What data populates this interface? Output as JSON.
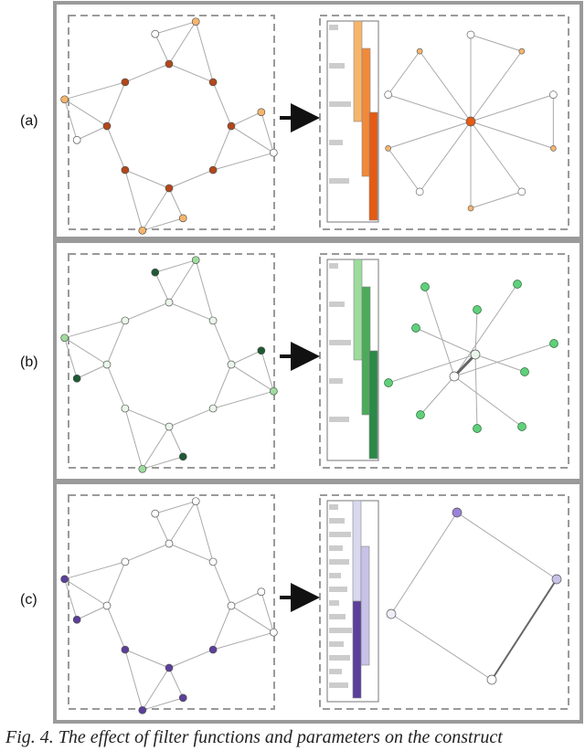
{
  "panels": [
    {
      "label": "(a)",
      "scheme": "orange",
      "highlight": "#e55b13",
      "light": "#f6b56b",
      "mid": "#b2471a"
    },
    {
      "label": "(b)",
      "scheme": "green",
      "highlight": "#2a8a48",
      "light": "#9ddc9d",
      "mid": "#1e5a33"
    },
    {
      "label": "(c)",
      "scheme": "purple",
      "highlight": "#5b3f9a",
      "light": "#c7c2e6",
      "mid": "#4a2a8a"
    }
  ],
  "caption": "Fig. 4. The effect of filter functions and parameters on the construct",
  "arrow": "right-arrow",
  "colors": {
    "frame": "#999999",
    "dashed": "#9a9a9a",
    "edge": "#aaaaaa",
    "bar_gray": "#cccccc"
  }
}
